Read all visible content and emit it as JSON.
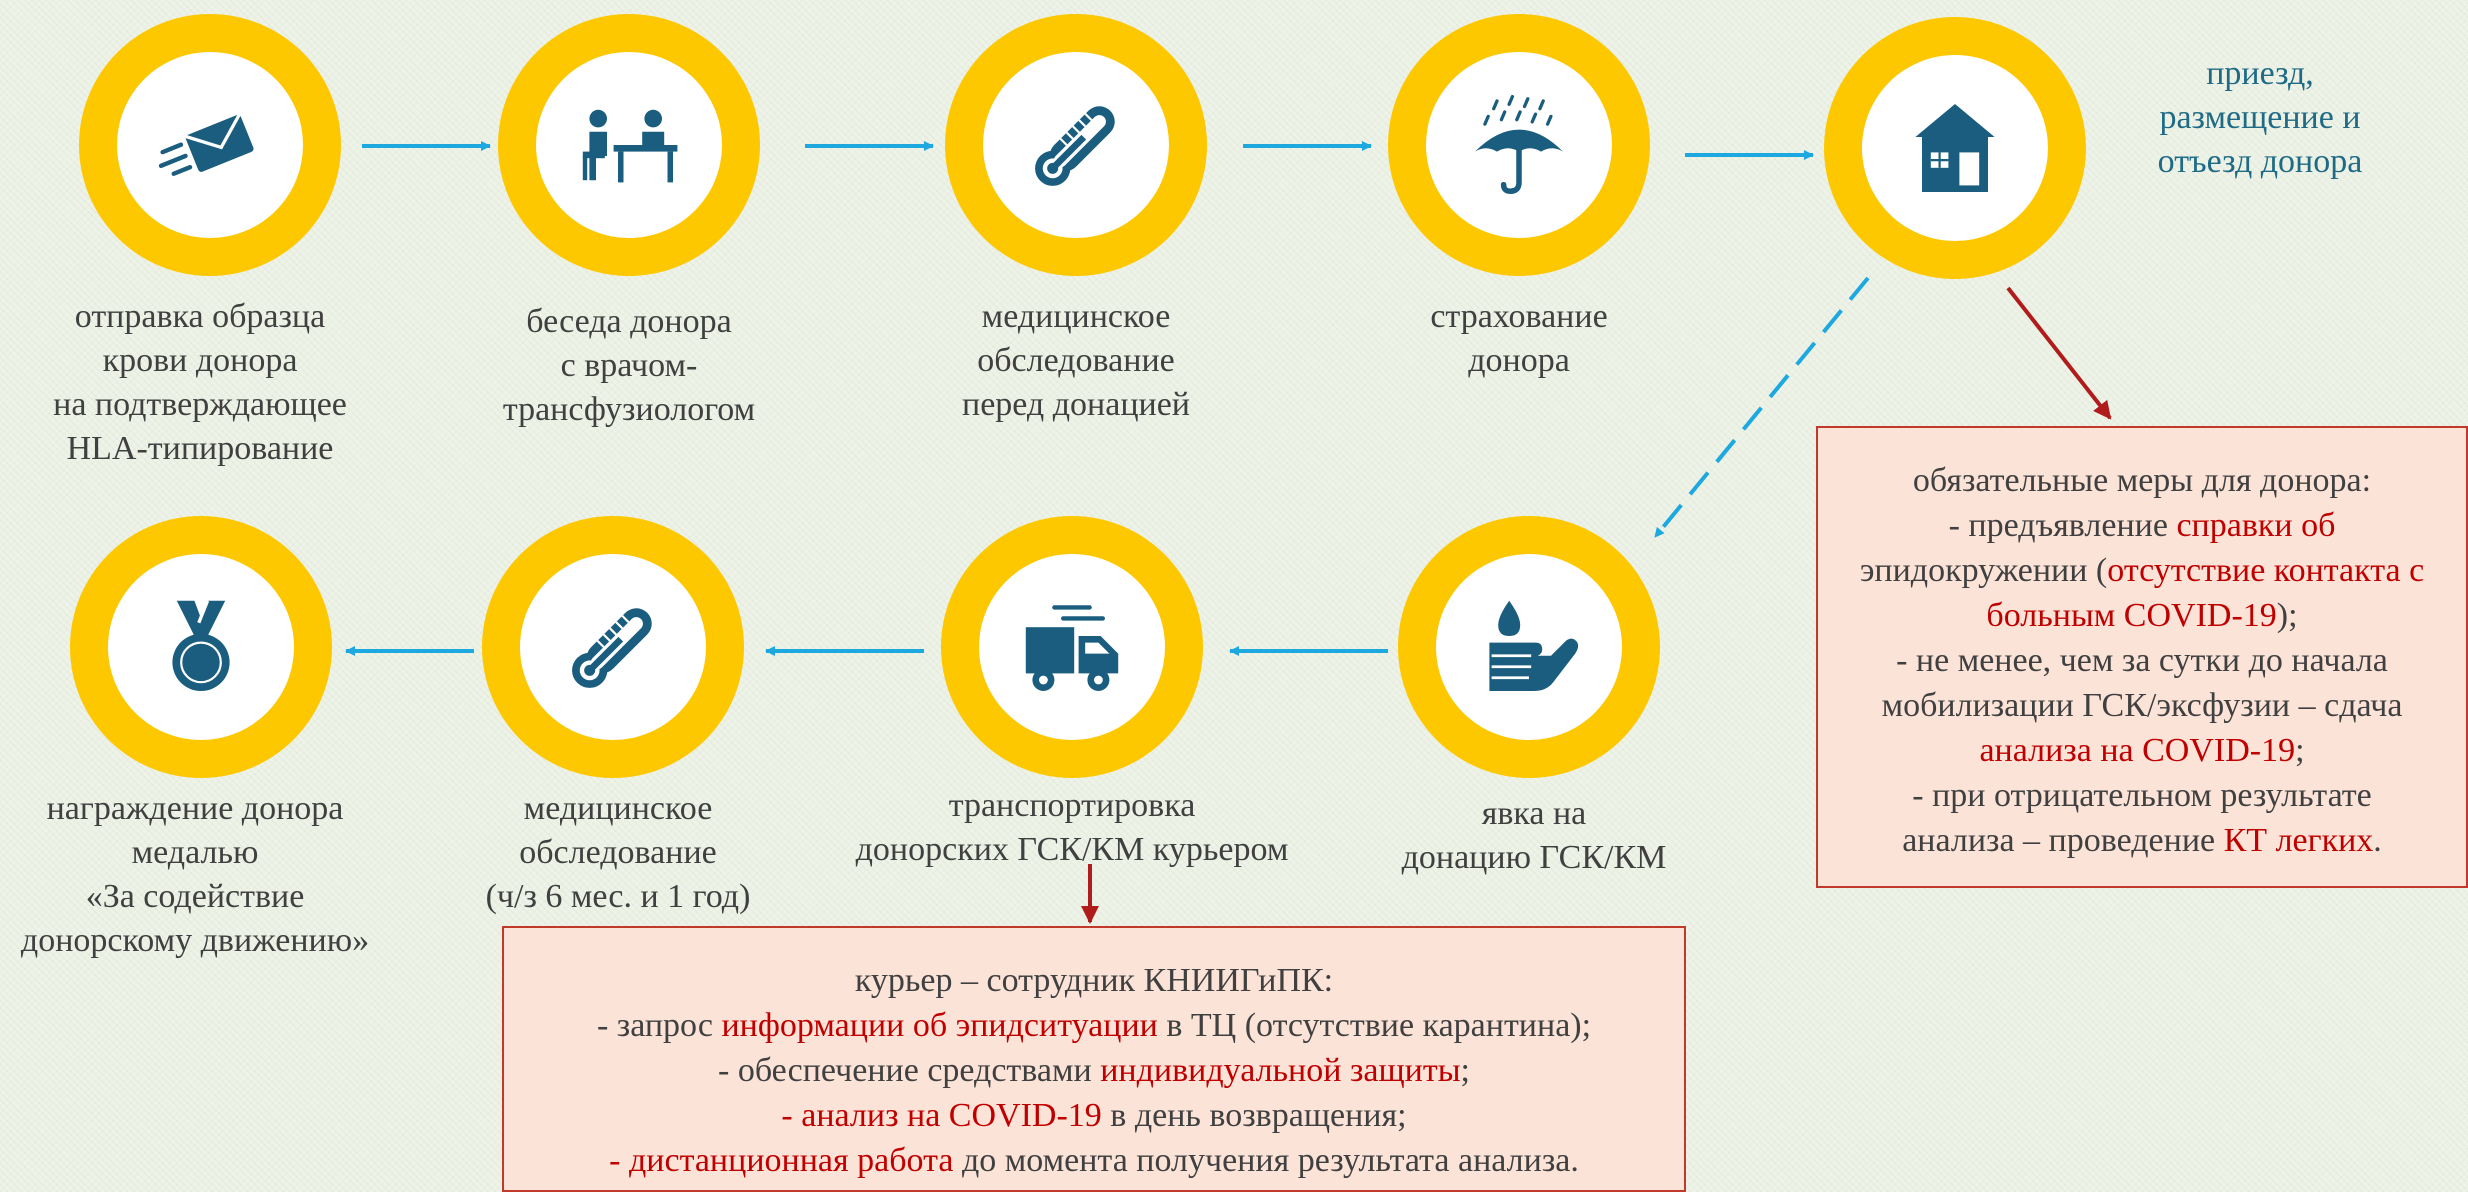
{
  "steps": [
    {
      "label": "отправка образца\nкрови донора\nна подтверждающее\nHLA-типирование",
      "icon": "envelope-icon"
    },
    {
      "label": "беседа донора\nс врачом-\nтрансфузиологом",
      "icon": "doctor-consultation-icon"
    },
    {
      "label": "медицинское\nобследование\nперед донацией",
      "icon": "thermometer-icon"
    },
    {
      "label": "страхование\nдонора",
      "icon": "umbrella-rain-icon"
    },
    {
      "label": "приезд,\nразмещение и\nотъезд донора",
      "icon": "house-icon"
    },
    {
      "label": "явка на\nдонацию ГСК/КМ",
      "icon": "hand-drop-icon"
    },
    {
      "label": "транспортировка\nдонорских ГСК/КМ курьером",
      "icon": "truck-icon"
    },
    {
      "label": "медицинское\nобследование\n(ч/з 6 мес. и 1 год)",
      "icon": "thermometer-icon"
    },
    {
      "label": "награждение донора\nмедалью\n«За содействие\nдонорскому движению»",
      "icon": "medal-icon"
    }
  ],
  "donor_measures": {
    "lines": [
      [
        {
          "t": "обязательные меры для донора:"
        }
      ],
      [
        {
          "t": "- предъявление "
        },
        {
          "t": "справки об",
          "r": true
        }
      ],
      [
        {
          "t": "эпидокружении ("
        },
        {
          "t": "отсутствие контакта с",
          "r": true
        }
      ],
      [
        {
          "t": "больным COVID-19",
          "r": true
        },
        {
          "t": ");"
        }
      ],
      [
        {
          "t": "- не менее, чем за сутки до начала"
        }
      ],
      [
        {
          "t": "мобилизации ГСК/эксфузии – сдача"
        }
      ],
      [
        {
          "t": "анализа на COVID-19",
          "r": true
        },
        {
          "t": ";"
        }
      ],
      [
        {
          "t": "- при отрицательном результате"
        }
      ],
      [
        {
          "t": "анализа – проведение "
        },
        {
          "t": "КТ легких",
          "r": true
        },
        {
          "t": "."
        }
      ]
    ]
  },
  "courier_measures": {
    "lines": [
      [
        {
          "t": "курьер – сотрудник КНИИГиПК:"
        }
      ],
      [
        {
          "t": "- запрос "
        },
        {
          "t": "информации об эпидситуации",
          "r": true
        },
        {
          "t": " в ТЦ (отсутствие карантина);"
        }
      ],
      [
        {
          "t": "- обеспечение средствами "
        },
        {
          "t": "индивидуальной защиты",
          "r": true
        },
        {
          "t": ";"
        }
      ],
      [
        {
          "t": "- анализ на COVID-19",
          "r": true
        },
        {
          "t": " в день возвращения;"
        }
      ],
      [
        {
          "t": "- дистанционная работа",
          "r": true
        },
        {
          "t": " до момента получения результата анализа."
        }
      ]
    ]
  },
  "colors": {
    "ring": "#fdc800",
    "icon": "#1a5d7e",
    "flow_arrow": "#1ea8e0",
    "note_border": "#c0392b",
    "note_fill": "#fbe3d8",
    "highlight": "#c00000"
  }
}
